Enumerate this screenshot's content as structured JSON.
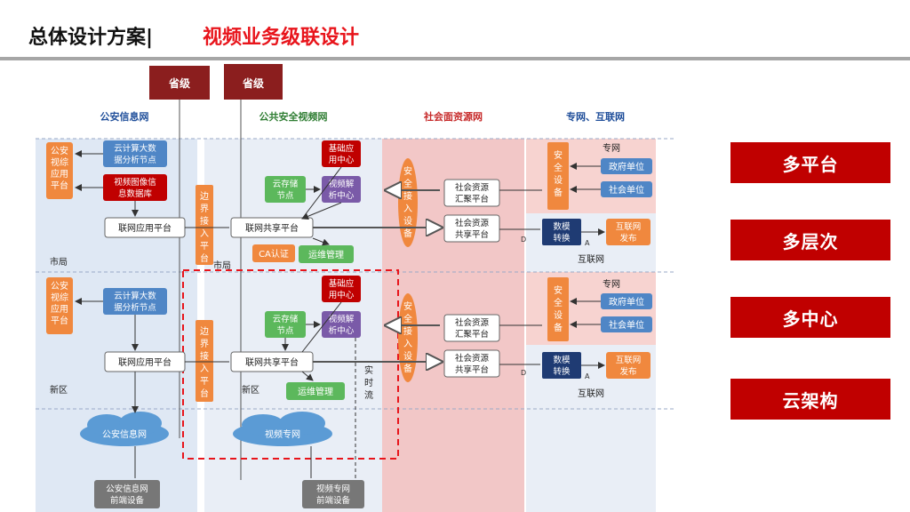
{
  "header": {
    "title": "总体设计方案|",
    "subtitle": "视频业务级联设计"
  },
  "diagram": {
    "province_left": "省级",
    "province_right": "省级",
    "col_police": "公安信息网",
    "col_public": "公共安全视频网",
    "col_social": "社会面资源网",
    "col_private": "专网、互联网",
    "zone_city_left": "市局",
    "zone_city_mid": "市局",
    "zone_new_left": "新区",
    "zone_new_mid": "新区",
    "police_platform_1": "公安视综应用平台",
    "cloud_node_1": "云计算大数据分析节点",
    "video_db": "视频图像信息数据库",
    "app_platform_1": "联网应用平台",
    "boundary_1": "边界接入平台",
    "share_platform_1": "联网共享平台",
    "base_app_1": "基础应用中心",
    "cloud_store_1": "云存储节点",
    "video_analysis_1": "视频解析中心",
    "ca_auth": "CA认证",
    "ops_1": "运维管理",
    "security_gw_1": "安全接入设备",
    "social_collect_1": "社会资源汇聚平台",
    "social_share_1": "社会资源共享平台",
    "private_label_1": "专网",
    "security_dev_1": "安全设备",
    "gov_unit_1": "政府单位",
    "social_unit_1": "社会单位",
    "data_ferry_1": "数模转换",
    "internet_pub_1": "互联网发布",
    "internet_label_1": "互联网",
    "police_platform_2": "公安视综应用平台",
    "cloud_node_2": "云计算大数据分析节点",
    "app_platform_2": "联网应用平台",
    "boundary_2": "边界接入平台",
    "share_platform_2": "联网共享平台",
    "base_app_2": "基础应用中心",
    "cloud_store_2": "云存储节点",
    "video_analysis_2": "视频解析中心",
    "ops_2": "运维管理",
    "realtime_flow": "实时流",
    "security_gw_2": "安全接入设备",
    "social_collect_2": "社会资源汇聚平台",
    "social_share_2": "社会资源共享平台",
    "private_label_2": "专网",
    "security_dev_2": "安全设备",
    "gov_unit_2": "政府单位",
    "social_unit_2": "社会单位",
    "data_ferry_2": "数模转换",
    "internet_pub_2": "互联网发布",
    "internet_label_2": "互联网",
    "cloud_police_net": "公安信息网",
    "cloud_video_net": "视频专网",
    "police_front": "公安信息网前端设备",
    "video_front": "视频专网前端设备",
    "d_mark_1": "D",
    "a_mark_1": "A",
    "d_mark_2": "D",
    "a_mark_2": "A"
  },
  "side_buttons": [
    {
      "label": "多平台"
    },
    {
      "label": "多层次"
    },
    {
      "label": "多中心"
    },
    {
      "label": "云架构"
    }
  ],
  "colors": {
    "accent_red": "#c00000",
    "title_red": "#e8141b",
    "orange": "#f0883e",
    "blue_box": "#4f86c6",
    "dark_red": "#c00000",
    "green": "#5cb85c",
    "navy": "#1f3b73"
  }
}
